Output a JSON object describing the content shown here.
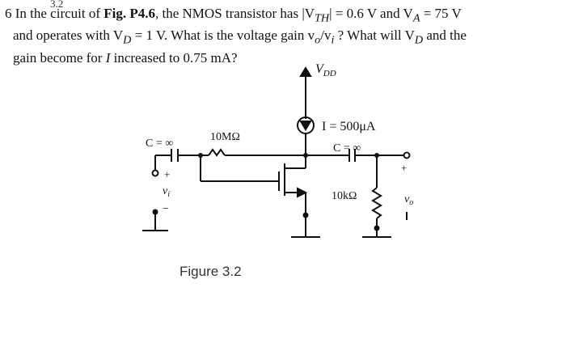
{
  "problem": {
    "marker": "6",
    "handwritten_note": "3.2",
    "line1_a": " In the circuit of ",
    "fig_word": "Fig.",
    "fig_ref": " P4.6",
    "line1_b": ", the NMOS transistor has |V",
    "vth_sub": "TH",
    "line1_c": "| = 0.6 V and V",
    "va_sub": "A",
    "line1_d": " = 75 V",
    "line2_a": "and operates with V",
    "vd_sub": "D",
    "line2_b": " = 1 V. What is the voltage gain v",
    "vo_sub": "o",
    "line2_c": "/v",
    "vi_sub": "i",
    "line2_d": " ? What will V",
    "vd_sub2": "D",
    "line2_e": " and the",
    "line3_a": "gain become for ",
    "line3_i": "I",
    "line3_b": " increased to 0.75 mA?"
  },
  "circuit": {
    "vdd_label": "V",
    "vdd_sub": "DD",
    "current_label": "I = 500μA",
    "cap_right_label": "C = ∞",
    "cap_left_label": "C = ∞",
    "resistor_feedback_label": "10MΩ",
    "resistor_load_label": "10kΩ",
    "vi_label": "v",
    "vi_sub": "i",
    "vo_label": "v",
    "vo_sub": "o",
    "plus": "+",
    "minus": "−"
  },
  "figure_caption": "Figure 3.2"
}
